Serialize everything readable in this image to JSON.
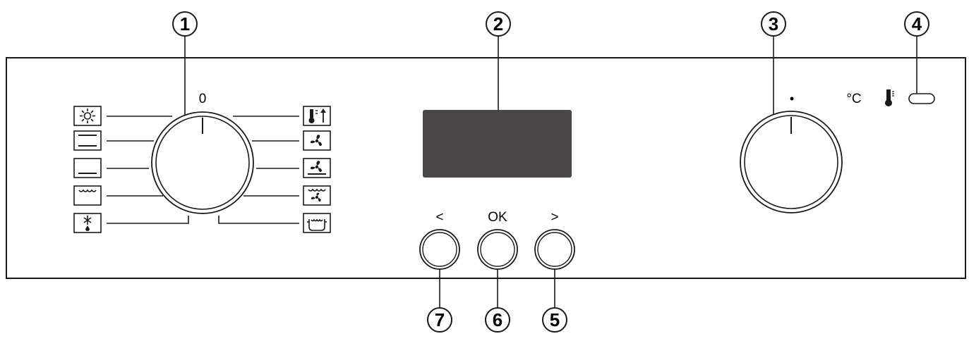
{
  "callouts": [
    {
      "num": "1",
      "target": "function-selector-knob"
    },
    {
      "num": "2",
      "target": "display"
    },
    {
      "num": "3",
      "target": "temperature-selector-knob"
    },
    {
      "num": "4",
      "target": "temperature-indicator-lamp"
    },
    {
      "num": "5",
      "target": "right-arrow-button"
    },
    {
      "num": "6",
      "target": "ok-button"
    },
    {
      "num": "7",
      "target": "left-arrow-button"
    }
  ],
  "function_selector": {
    "zero_label": "0",
    "left_symbols": [
      "light-icon",
      "top-bottom-heat-icon",
      "bottom-heat-icon",
      "grill-icon",
      "defrost-icon"
    ],
    "right_symbols": [
      "rapid-heat-icon",
      "fan-icon",
      "fan-bottom-heat-icon",
      "fan-grill-icon",
      "eco-heat-icon"
    ]
  },
  "temperature_selector": {
    "unit_label": "°C",
    "zero_mark": "•",
    "thermometer_icon": "thermometer-icon"
  },
  "buttons": {
    "left_label": "<",
    "ok_label": "OK",
    "right_label": ">"
  },
  "colors": {
    "display": "#4a4546",
    "line": "#1a1a1a"
  }
}
